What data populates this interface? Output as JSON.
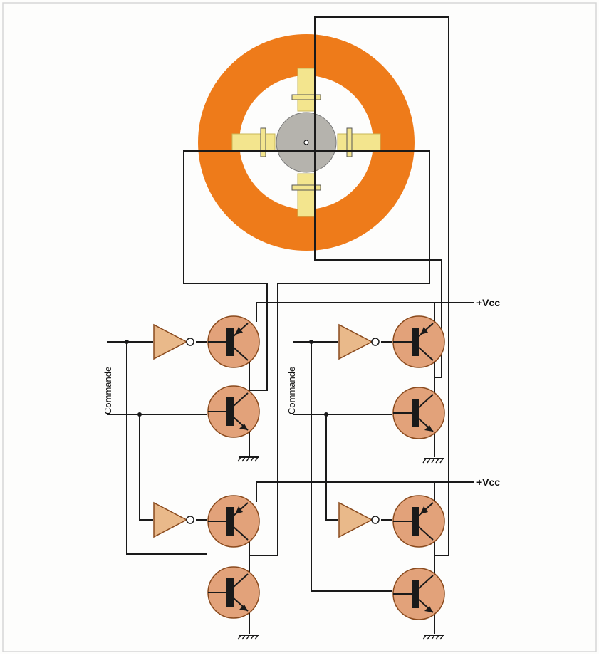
{
  "diagram": {
    "labels": {
      "supply_top": "+Vcc",
      "supply_bottom": "+Vcc",
      "control_left": "Commande",
      "control_right": "Commande"
    },
    "colors": {
      "stator_ring": "#ee7b1a",
      "pole_pieces": "#f3e58e",
      "rotor": "#b5b3ad",
      "transistor_body": "#e2a27a",
      "inverter": "#e9b98a",
      "outline": "#8a4a1d",
      "wire": "#1a1a1a"
    }
  }
}
